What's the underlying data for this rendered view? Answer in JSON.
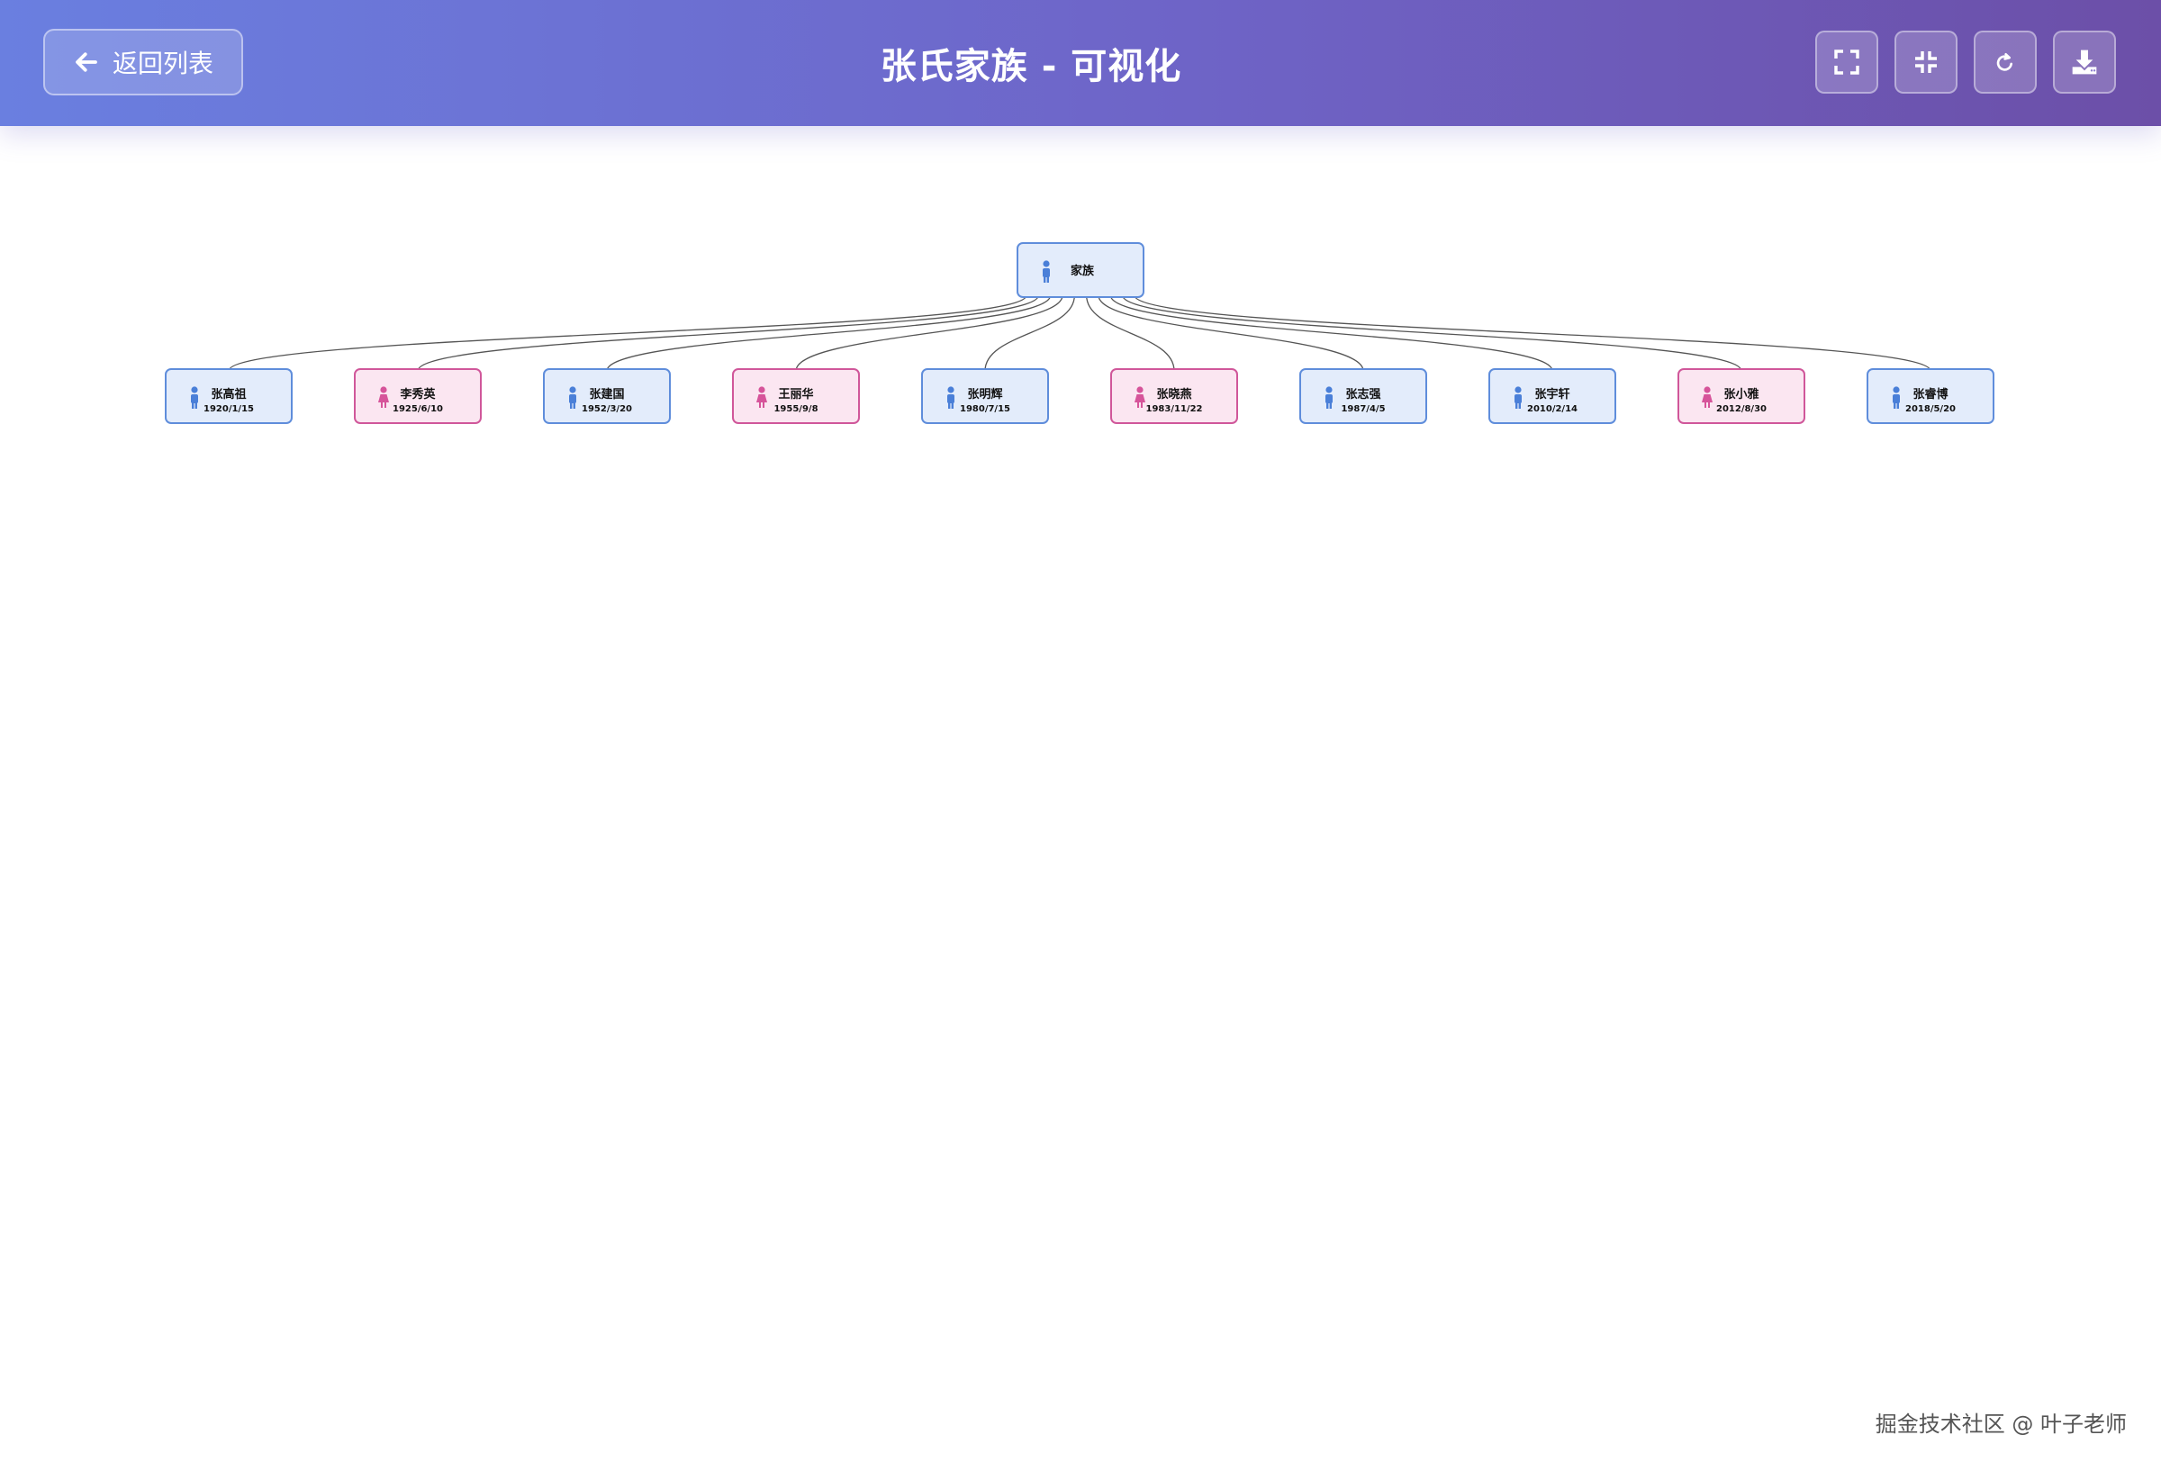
{
  "header": {
    "back_label": "返回列表",
    "title": "张氏家族 - 可视化",
    "tools": [
      {
        "name": "fullscreen",
        "icon": "expand-icon"
      },
      {
        "name": "fit",
        "icon": "compress-icon"
      },
      {
        "name": "reset",
        "icon": "refresh-icon"
      },
      {
        "name": "download",
        "icon": "download-icon"
      }
    ]
  },
  "tree": {
    "root": {
      "name": "家族",
      "gender": "male"
    },
    "children": [
      {
        "name": "张高祖",
        "date": "1920/1/15",
        "gender": "male"
      },
      {
        "name": "李秀英",
        "date": "1925/6/10",
        "gender": "female"
      },
      {
        "name": "张建国",
        "date": "1952/3/20",
        "gender": "male"
      },
      {
        "name": "王丽华",
        "date": "1955/9/8",
        "gender": "female"
      },
      {
        "name": "张明辉",
        "date": "1980/7/15",
        "gender": "male"
      },
      {
        "name": "张晓燕",
        "date": "1983/11/22",
        "gender": "female"
      },
      {
        "name": "张志强",
        "date": "1987/4/5",
        "gender": "male"
      },
      {
        "name": "张宇轩",
        "date": "2010/2/14",
        "gender": "male"
      },
      {
        "name": "张小雅",
        "date": "2012/8/30",
        "gender": "female"
      },
      {
        "name": "张睿博",
        "date": "2018/5/20",
        "gender": "male"
      }
    ]
  },
  "colors": {
    "male": "#4a7fd8",
    "female": "#d6549a",
    "header_start": "#6a7fe0",
    "header_end": "#6c4fa8"
  },
  "footer": {
    "watermark": "掘金技术社区 @ 叶子老师"
  }
}
